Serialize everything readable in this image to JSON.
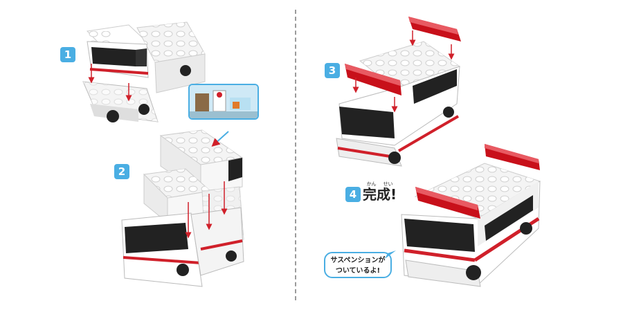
{
  "steps": {
    "step1": "1",
    "step2": "2",
    "step3": "3",
    "step4": "4"
  },
  "completion": {
    "word": "完成!",
    "ruby_kan": "かん",
    "ruby_sei": "せい"
  },
  "speech_bubble": {
    "line1": "サスペンションが",
    "line2": "ついているよ!"
  },
  "colors": {
    "accent": "#4aaee3",
    "ambulance_red": "#d0202a",
    "light_bar": "#c8101a",
    "block_white": "#f4f4f4",
    "window_dark": "#222222"
  }
}
